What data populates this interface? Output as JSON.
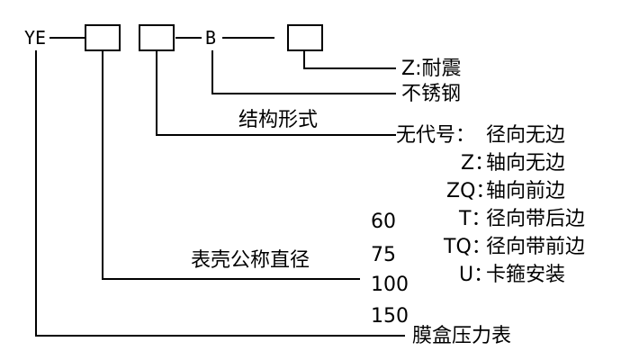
{
  "model": {
    "prefix": "YE",
    "separator_letter": "B"
  },
  "options": {
    "seismic": "Z:耐震",
    "stainless": "不锈钢"
  },
  "structure": {
    "heading": "结构形式",
    "items": [
      {
        "code": "无代号：",
        "desc": "径向无边"
      },
      {
        "code": "Z：",
        "desc": "轴向无边"
      },
      {
        "code": "ZQ：",
        "desc": "轴向前边"
      },
      {
        "code": "T：",
        "desc": "径向带后边"
      },
      {
        "code": "TQ：",
        "desc": "径向带前边"
      },
      {
        "code": "U：",
        "desc": "卡箍安装"
      }
    ]
  },
  "diameter": {
    "heading": "表壳公称直径",
    "values": [
      "60",
      "75",
      "100",
      "150"
    ]
  },
  "product_name": "膜盒压力表"
}
